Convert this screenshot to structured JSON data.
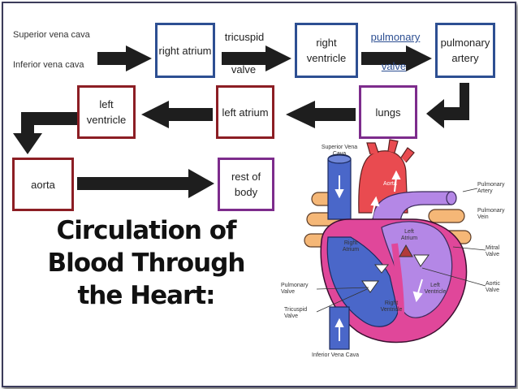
{
  "flow": {
    "inputs": {
      "superior": "Superior vena cava",
      "inferior": "Inferior vena cava"
    },
    "boxes": {
      "right_atrium": "right atrium",
      "right_ventricle": "right ventricle",
      "pulmonary_artery": "pulmonary artery",
      "lungs": "lungs",
      "left_atrium": "left atrium",
      "left_ventricle": "left ventricle",
      "aorta": "aorta",
      "rest_of_body": "rest of body"
    },
    "arrow_labels": {
      "tricuspid_top": "tricuspid",
      "tricuspid_bottom": "valve",
      "pulmonary_top": "pulmonary",
      "pulmonary_bottom": "valve"
    }
  },
  "title": "Circulation of Blood Through the Heart:",
  "heart_labels": {
    "superior_vena_cava": "Superior Vena Cava",
    "aorta": "Aorta",
    "pulmonary_artery": "Pulmonary Artery",
    "pulmonary_vein": "Pulmonary Vein",
    "left_atrium": "Left Atrium",
    "right_atrium": "Right Atrium",
    "mitral_valve": "Mitral Valve",
    "aortic_valve": "Aortic Valve",
    "pulmonary_valve": "Pulmonary Valve",
    "tricuspid_valve": "Tricuspid Valve",
    "left_ventricle": "Left Ventricle",
    "right_ventricle": "Right Ventricle",
    "inferior_vena_cava": "Inferior Vena Cava"
  },
  "colors": {
    "blue_box": "#2d4f92",
    "red_box": "#8c1e24",
    "purple_box": "#7d2c8c",
    "arrow": "#1e1e1e",
    "heart_blue": "#4a67c9",
    "heart_red": "#e94b50",
    "heart_purple": "#b487e6",
    "vein_orange": "#f5b777",
    "muscle_pink": "#e0479a"
  }
}
